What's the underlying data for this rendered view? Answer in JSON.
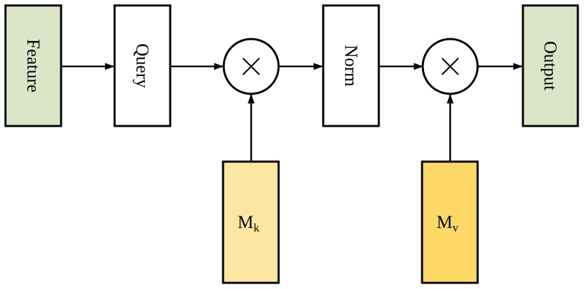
{
  "nodes": {
    "feature": {
      "label": "Feature",
      "fill": "#dbe6c9"
    },
    "query": {
      "label": "Query",
      "fill": "#ffffff"
    },
    "multiply_1": {
      "symbol": "×"
    },
    "norm": {
      "label": "Norm",
      "fill": "#ffffff"
    },
    "multiply_2": {
      "symbol": "×"
    },
    "output": {
      "label": "Output",
      "fill": "#dbe6c9"
    },
    "mk": {
      "label": "M",
      "subscript": "k",
      "fill": "#fde6a4"
    },
    "mv": {
      "label": "M",
      "subscript": "v",
      "fill": "#fdd866"
    }
  },
  "colors": {
    "stroke": "#000000",
    "background": "#ffffff"
  }
}
